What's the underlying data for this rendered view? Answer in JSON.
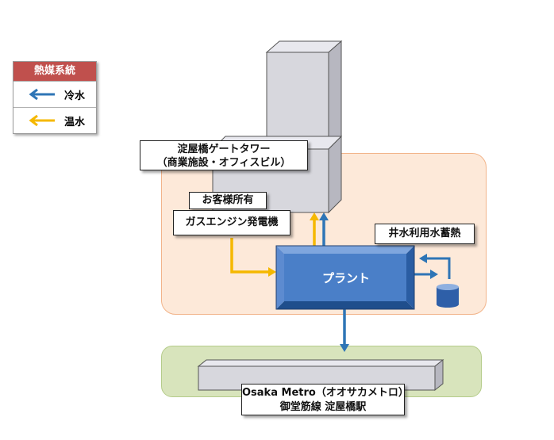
{
  "legend": {
    "title": "熱媒系統",
    "items": [
      {
        "label": "冷水",
        "color": "#2e75b6"
      },
      {
        "label": "温水",
        "color": "#f5b800"
      }
    ]
  },
  "tower": {
    "name_line1": "淀屋橋ゲートタワー",
    "name_line2": "（商業施設・オフィスビル）"
  },
  "owner_label": "お客様所有",
  "generator_label": "ガスエンジン発電機",
  "well_label": "井水利用水蓄熱",
  "plant_label": "プラント",
  "station": {
    "line1": "Osaka Metro（オオサカメトロ）",
    "line2": "御堂筋線 淀屋橋駅"
  },
  "colors": {
    "cold": "#2e75b6",
    "warm": "#f5b800",
    "legend_header": "#c0504d",
    "plant_zone": "#fde9d9",
    "metro_zone": "#d8e4bc",
    "plant_box": "#4a7fc8"
  }
}
